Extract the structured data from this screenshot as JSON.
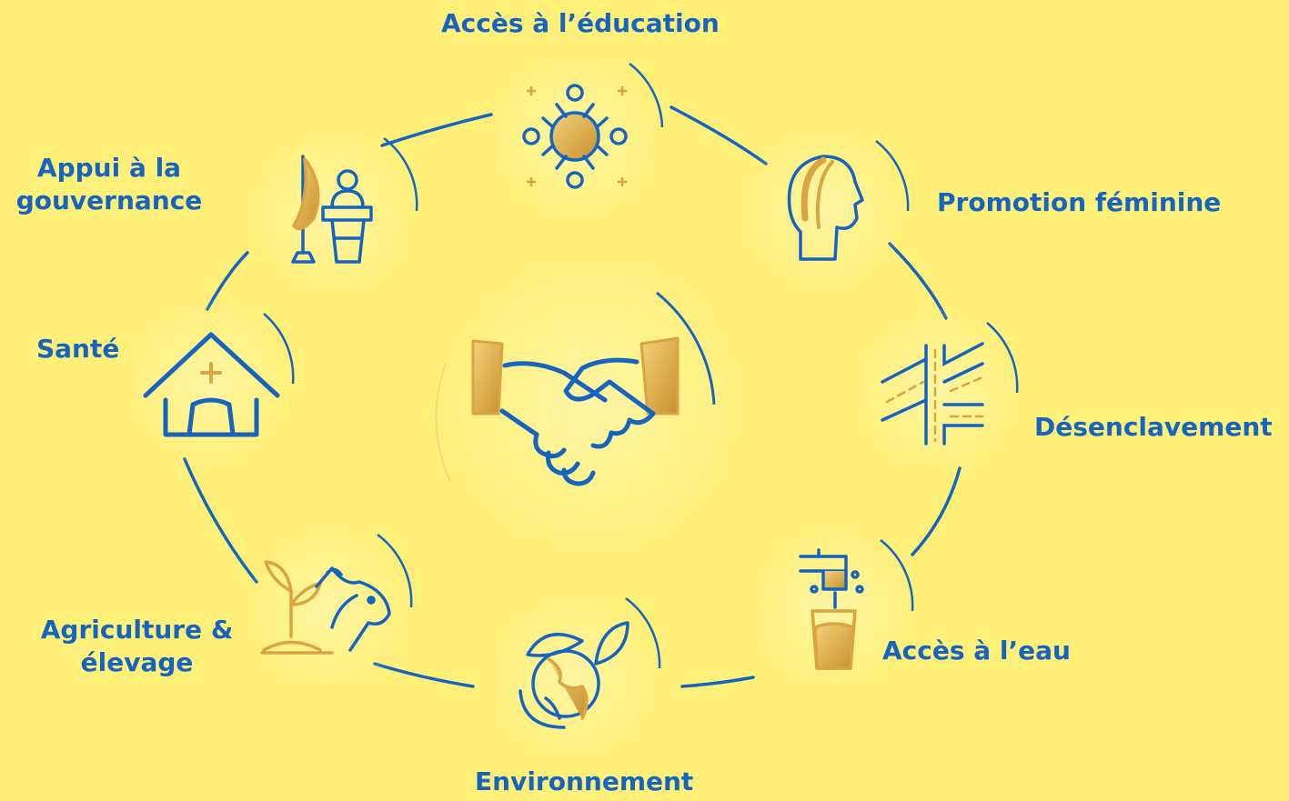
{
  "colors": {
    "background": "#FFF07A",
    "primary_blue": "#1565C0",
    "gold": "#D9A441",
    "gold_light": "#F3D27A",
    "halo": "#FFF6A8"
  },
  "center": {
    "icon": "handshake-icon"
  },
  "nodes": [
    {
      "id": "education",
      "label": "Accès à l’éducation",
      "icon": "children-globe-icon"
    },
    {
      "id": "women",
      "label": "Promotion féminine",
      "icon": "woman-profile-icon"
    },
    {
      "id": "roads",
      "label": "Désenclavement",
      "icon": "road-intersection-icon"
    },
    {
      "id": "water",
      "label": "Accès à l’eau",
      "icon": "water-tap-glass-icon"
    },
    {
      "id": "environment",
      "label": "Environnement",
      "icon": "earth-leaves-icon"
    },
    {
      "id": "agriculture",
      "label_line1": "Agriculture &",
      "label_line2": "élevage",
      "icon": "plant-goat-icon"
    },
    {
      "id": "health",
      "label": "Santé",
      "icon": "health-house-icon"
    },
    {
      "id": "governance",
      "label_line1": "Appui à la",
      "label_line2": "gouvernance",
      "icon": "flag-podium-icon"
    }
  ]
}
